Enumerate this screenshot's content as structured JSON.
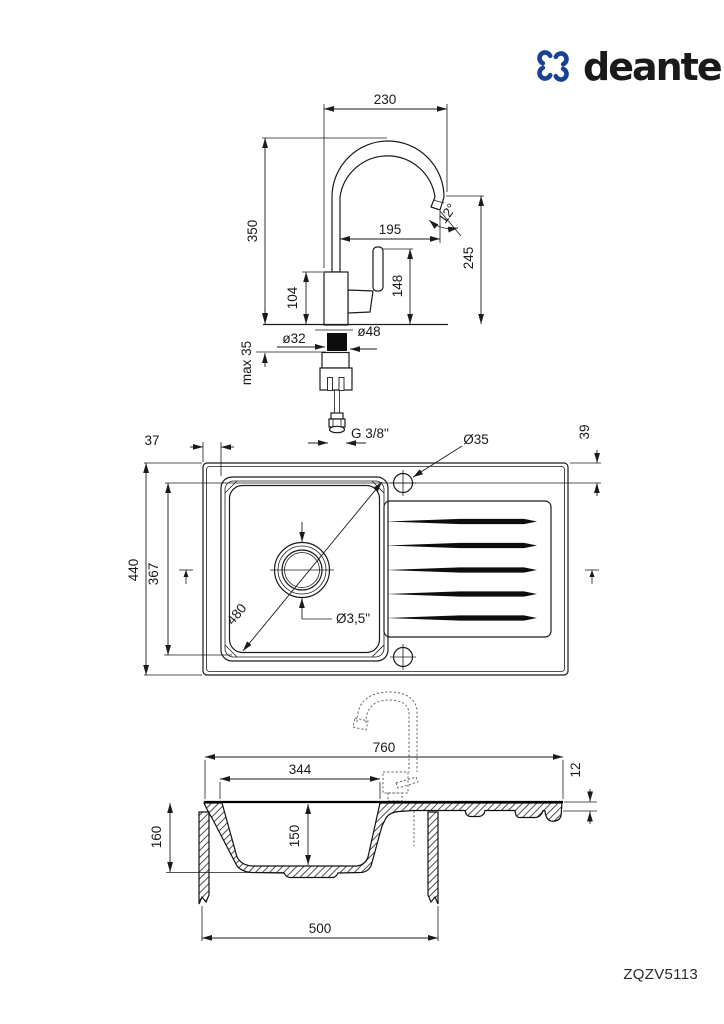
{
  "logo": {
    "wordmark": "deante",
    "brand_color": "#164194",
    "mark_icon": "pinwheel-comma-mark"
  },
  "product": {
    "code": "ZQZV5113"
  },
  "faucet_view": {
    "spout_width": "230",
    "total_height": "350",
    "spout_reach": "195",
    "outlet_height": "245",
    "handle_height": "148",
    "body_height": "104",
    "outlet_angle": "12°",
    "shank_diameter": "ø32",
    "base_diameter": "ø48",
    "max_counter_thickness": "max 35",
    "supply_thread": "G 3/8\""
  },
  "top_view": {
    "rim_to_bowl": "37",
    "rim_to_hole": "39",
    "tap_hole_diameter": "Ø35",
    "overall_depth": "440",
    "hole_to_bowl_end": "367",
    "bowl_diagonal": "480",
    "drain_diameter": "Ø3,5\""
  },
  "section_view": {
    "overall_length": "760",
    "bowl_width": "344",
    "edge_thickness": "12",
    "overall_height": "160",
    "bowl_depth": "150",
    "cabinet_min_width": "500"
  }
}
